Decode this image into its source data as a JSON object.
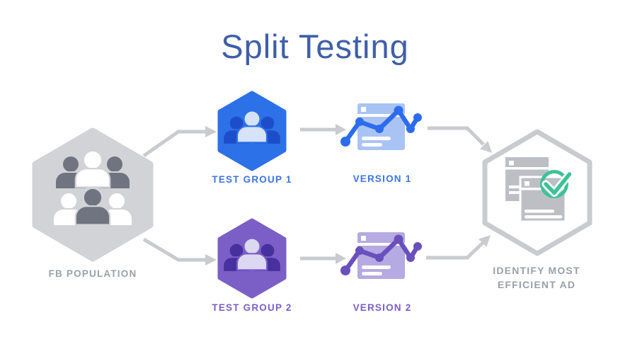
{
  "title": "Split Testing",
  "colors": {
    "title_text": "#3f5fa9",
    "hex_gray_fill": "#d2d3d6",
    "person_gray_dark": "#6f7480",
    "person_white": "#ffffff",
    "hex_blue_fill": "#2d71e8",
    "person_blue_dark": "#1d4ec9",
    "person_blue_light": "#d5e2f8",
    "hex_purple_fill": "#7b5fc7",
    "person_purple_dark": "#48309e",
    "person_purple_light": "#ddd8f2",
    "card_blue": "#a9c4f4",
    "chart_blue": "#2d6cec",
    "card_purple": "#b5aae1",
    "chart_purple": "#6950bd",
    "card_gray": "#bdbfc5",
    "check_green": "#3ec296",
    "arrow_gray": "#c9cbce",
    "label_gray": "#9aa0a8",
    "label_blue": "#3c74e6",
    "label_purple": "#7a5ec6"
  },
  "nodes": {
    "fb_population": {
      "label": "FB POPULATION"
    },
    "test_group_1": {
      "label": "TEST GROUP 1"
    },
    "version_1": {
      "label": "VERSION 1"
    },
    "test_group_2": {
      "label": "TEST GROUP 2"
    },
    "version_2": {
      "label": "VERSION 2"
    },
    "result": {
      "label_line1": "IDENTIFY MOST",
      "label_line2": "EFFICIENT AD"
    }
  },
  "connections": [
    {
      "from": "fb_population",
      "to": "test_group_1"
    },
    {
      "from": "fb_population",
      "to": "test_group_2"
    },
    {
      "from": "test_group_1",
      "to": "version_1"
    },
    {
      "from": "test_group_2",
      "to": "version_2"
    },
    {
      "from": "version_1",
      "to": "result"
    },
    {
      "from": "version_2",
      "to": "result"
    }
  ]
}
